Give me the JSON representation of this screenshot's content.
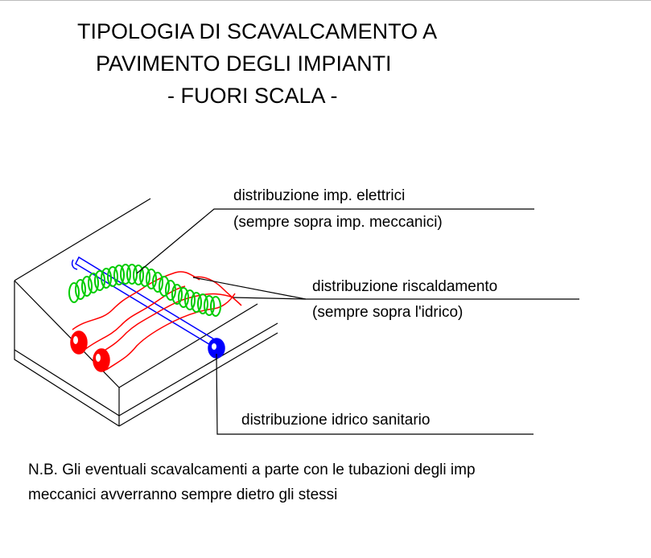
{
  "title": {
    "line1": "TIPOLOGIA DI SCAVALCAMENTO A",
    "line2": "PAVIMENTO  DEGLI IMPIANTI",
    "line3": "- FUORI SCALA -"
  },
  "labels": {
    "electrical": {
      "line1": "distribuzione imp. elettrici",
      "line2": "(sempre sopra imp. meccanici)"
    },
    "heating": {
      "line1": "distribuzione riscaldamento",
      "line2": "(sempre sopra l'idrico)"
    },
    "water": {
      "line1": "distribuzione idrico sanitario"
    }
  },
  "note": {
    "line1": "N.B. Gli eventuali scavalcamenti a parte con le tubazioni degli imp",
    "line2": "meccanici avverranno sempre dietro gli stessi"
  },
  "colors": {
    "electrical": "#00cc00",
    "heating": "#ff0000",
    "water": "#0000ff",
    "lines": "#000000"
  }
}
